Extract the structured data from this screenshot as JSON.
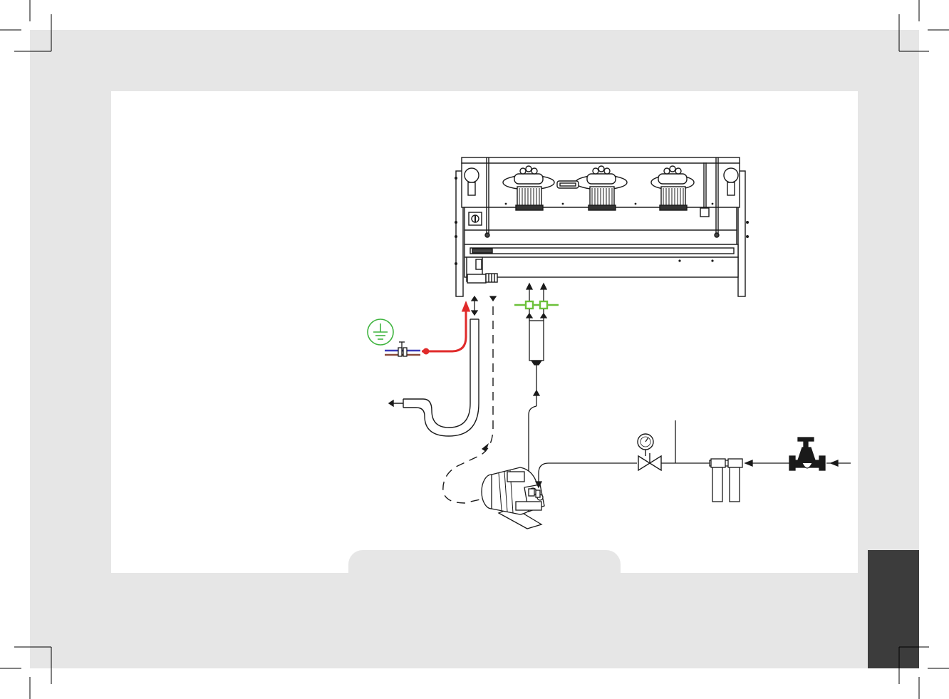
{
  "diagram": {
    "colors": {
      "page_background": "#e6e6e6",
      "panel_background": "#ffffff",
      "side_block": "#3c3c3c",
      "hot_water_line": "#e02a2a",
      "electric_line_blue": "#3a3ab8",
      "electric_line_brown": "#8a4a3a",
      "ground_symbol": "#3fb43f",
      "inlet_connector": "#6cc13a",
      "outline": "#1a1a1a"
    },
    "components": [
      "espresso-machine",
      "ground-symbol",
      "electrical-switch",
      "drain-trap",
      "water-softener",
      "motor-pump",
      "pressure-gauge",
      "check-valve",
      "water-filters",
      "water-main-valve"
    ]
  }
}
